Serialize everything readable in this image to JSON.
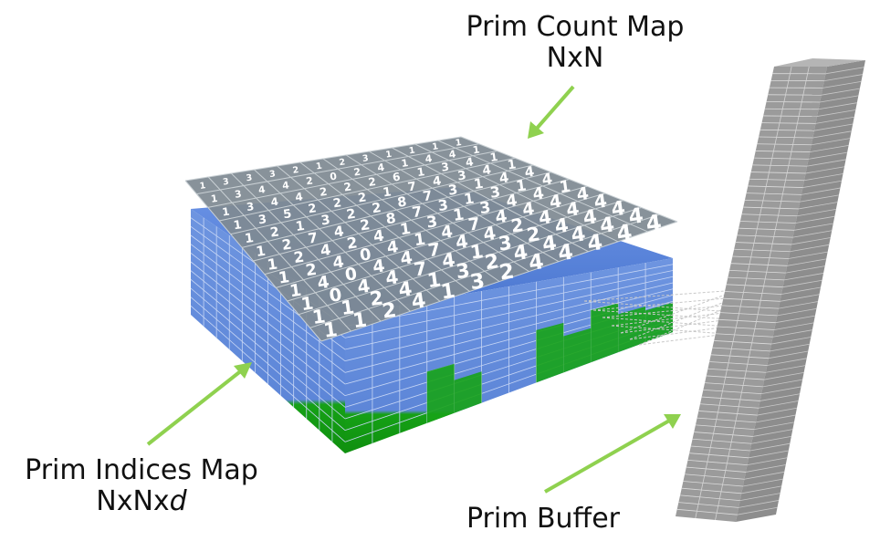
{
  "labels": {
    "prim_count_map": {
      "title": "Prim Count Map",
      "dims": "NxN"
    },
    "prim_indices_map": {
      "title": "Prim Indices Map",
      "dims_prefix": "NxNx",
      "dims_var": "d"
    },
    "prim_buffer": {
      "title": "Prim Buffer"
    }
  },
  "count_grid": [
    [
      1,
      3,
      3,
      3,
      2,
      1,
      2,
      3,
      1,
      1,
      1,
      1
    ],
    [
      1,
      3,
      4,
      4,
      2,
      0,
      2,
      4,
      1,
      4,
      4,
      1
    ],
    [
      1,
      3,
      4,
      4,
      2,
      2,
      2,
      6,
      1,
      3,
      4,
      1
    ],
    [
      1,
      3,
      5,
      2,
      2,
      2,
      1,
      7,
      4,
      3,
      4,
      1
    ],
    [
      1,
      2,
      1,
      3,
      2,
      2,
      8,
      7,
      3,
      1,
      4,
      4
    ],
    [
      1,
      2,
      7,
      4,
      2,
      8,
      7,
      3,
      1,
      3,
      1,
      4
    ],
    [
      1,
      2,
      4,
      2,
      4,
      1,
      3,
      1,
      3,
      4,
      4,
      1
    ],
    [
      1,
      2,
      4,
      0,
      4,
      1,
      4,
      7,
      4,
      4,
      4,
      4
    ],
    [
      1,
      4,
      0,
      4,
      4,
      7,
      4,
      4,
      2,
      4,
      4,
      4
    ],
    [
      1,
      0,
      4,
      4,
      7,
      4,
      1,
      3,
      2,
      4,
      4,
      4
    ],
    [
      1,
      1,
      2,
      4,
      1,
      3,
      2,
      4,
      4,
      4,
      4,
      4
    ],
    [
      1,
      1,
      2,
      4,
      1,
      3,
      2,
      4,
      4,
      4,
      4,
      4
    ]
  ],
  "colors": {
    "count_map_fill": "#7f8a92",
    "count_map_grid": "#c9d0d4",
    "count_digit": "#ffffff",
    "indices_blue": "#5b86db",
    "indices_green": "#17a317",
    "buffer_fill": "#9a9a9a",
    "buffer_line": "#dcdcdc",
    "arrow": "#8fd14f",
    "connector": "#c8c8c8"
  }
}
